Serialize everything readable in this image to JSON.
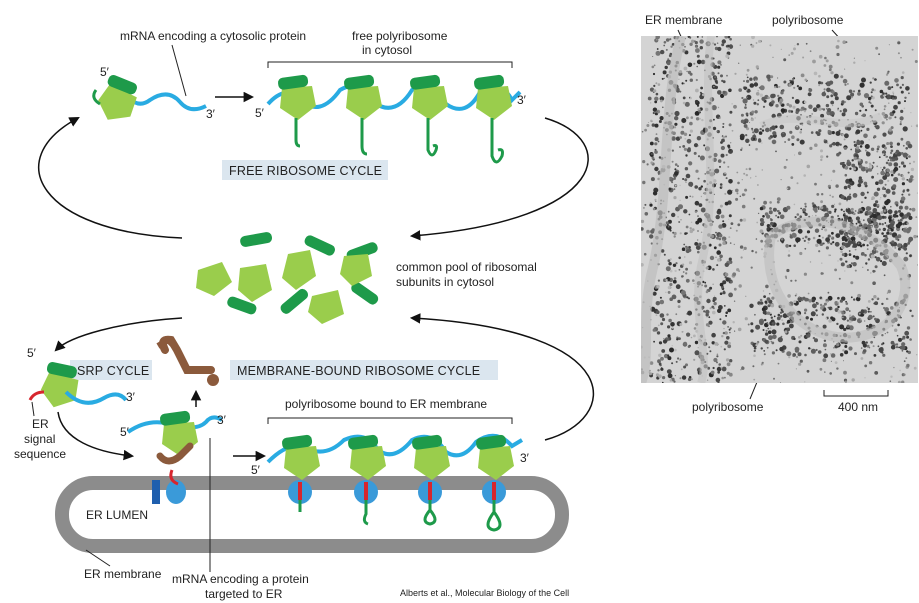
{
  "labels": {
    "mrna_cytosolic": "mRNA encoding a cytosolic protein",
    "free_polyribosome": "free polyribosome",
    "in_cytosol": "in cytosol",
    "free_cycle": "FREE RIBOSOME CYCLE",
    "common_pool": "common pool of ribosomal",
    "subunits_cytosol": "subunits in cytosol",
    "srp_cycle": "SRP CYCLE",
    "membrane_cycle": "MEMBRANE-BOUND RIBOSOME CYCLE",
    "polyribosome_bound": "polyribosome bound to ER membrane",
    "er": "ER",
    "signal": "signal",
    "sequence": "sequence",
    "er_lumen": "ER LUMEN",
    "er_membrane_bottom": "ER membrane",
    "mrna_targeted": "mRNA encoding a protein",
    "targeted_to_er": "targeted to ER",
    "five_prime": "5′",
    "three_prime": "3′",
    "credit": "Alberts et al., Molecular Biology of the Cell"
  },
  "micrograph": {
    "er_membrane": "ER membrane",
    "polyribosome_top": "polyribosome",
    "polyribosome_bottom": "polyribosome",
    "scale": "400 nm"
  },
  "colors": {
    "mrna": "#29abe2",
    "large_subunit": "#1e9a4a",
    "small_subunit": "#9acd4c",
    "srp": "#8b5a3c",
    "signal": "#d7262e",
    "membrane": "#8c8c8c",
    "translocon": "#3a9ad9",
    "label_box": "#dbe6ef"
  }
}
